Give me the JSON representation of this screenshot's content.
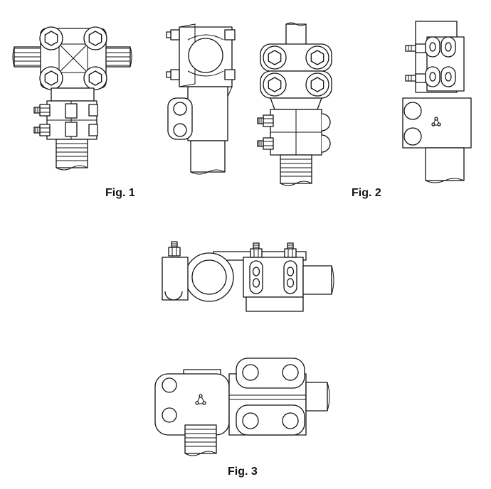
{
  "figures": [
    {
      "id": "fig1",
      "label": "Fig. 1"
    },
    {
      "id": "fig2",
      "label": "Fig. 2"
    },
    {
      "id": "fig3",
      "label": "Fig. 3"
    }
  ],
  "colors": {
    "line": "#111111",
    "background": "#ffffff"
  }
}
